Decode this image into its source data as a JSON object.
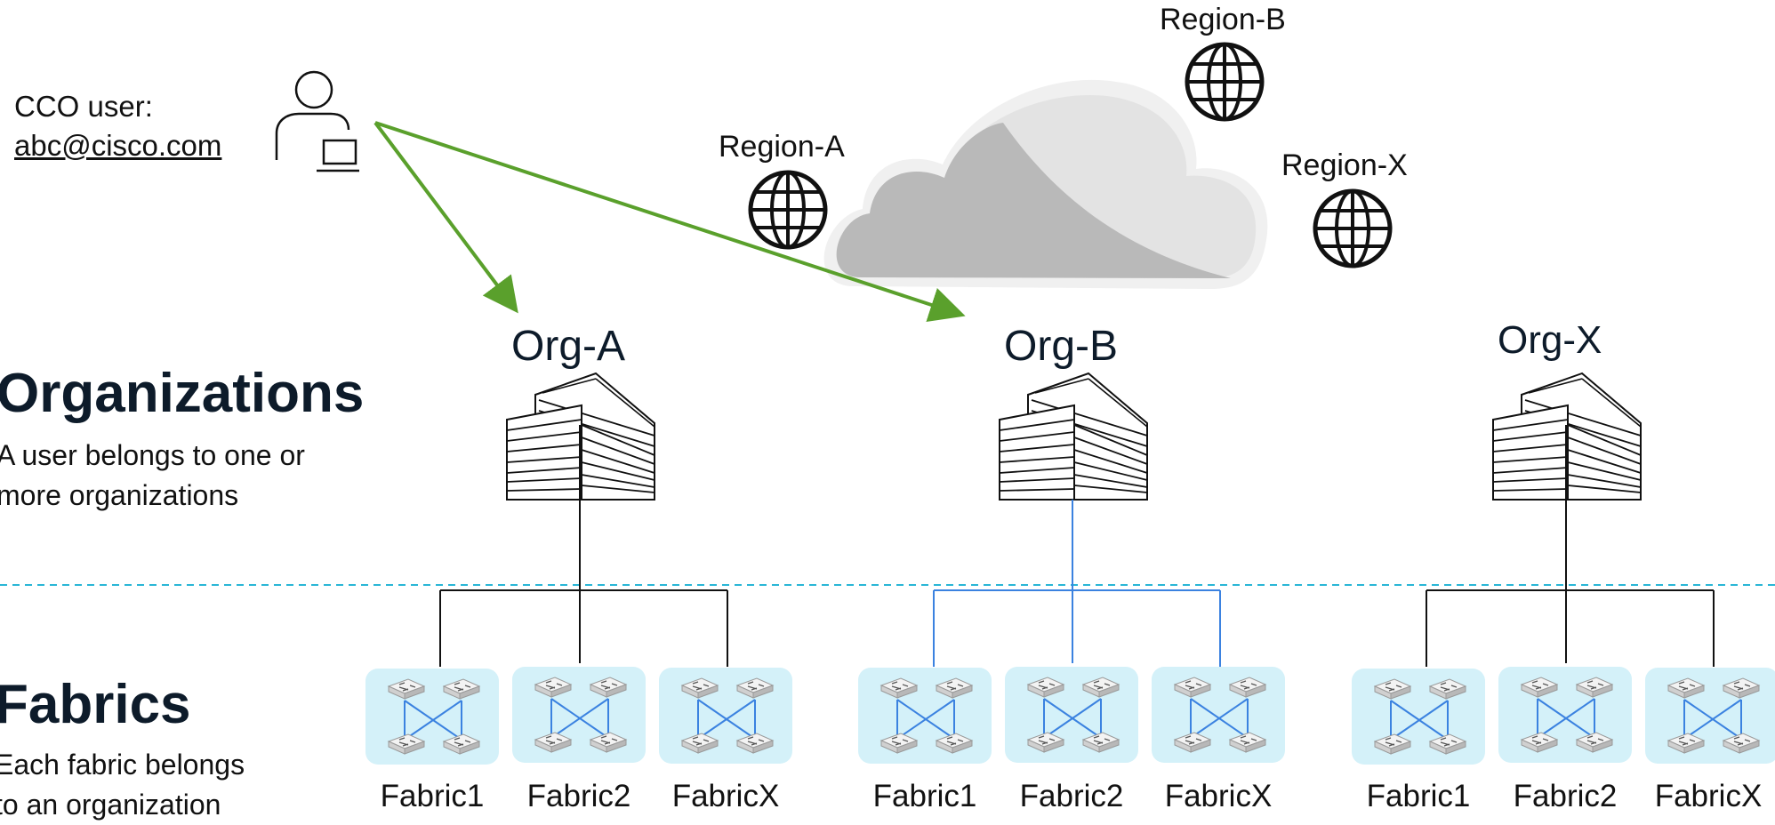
{
  "user": {
    "caption": "CCO user:",
    "email": "abc@cisco.com"
  },
  "regions": [
    "Region-A",
    "Region-B",
    "Region-X"
  ],
  "organizations": {
    "title": "Organizations",
    "description_line1": "A user belongs to one or",
    "description_line2": "more organizations",
    "orgs": [
      "Org-A",
      "Org-B",
      "Org-X"
    ]
  },
  "fabrics": {
    "title": "Fabrics",
    "description_line1": "Each fabric belongs",
    "description_line2": "to an organization",
    "labels": [
      "Fabric1",
      "Fabric2",
      "FabricX"
    ]
  },
  "colors": {
    "arrow": "#5aa02c",
    "orgB_lines": "#3b82e0",
    "divider": "#29b6d6",
    "fabric_bg": "#d4f1f9",
    "cloud_light": "#e6e6e6",
    "cloud_dark": "#bdbdbd"
  }
}
